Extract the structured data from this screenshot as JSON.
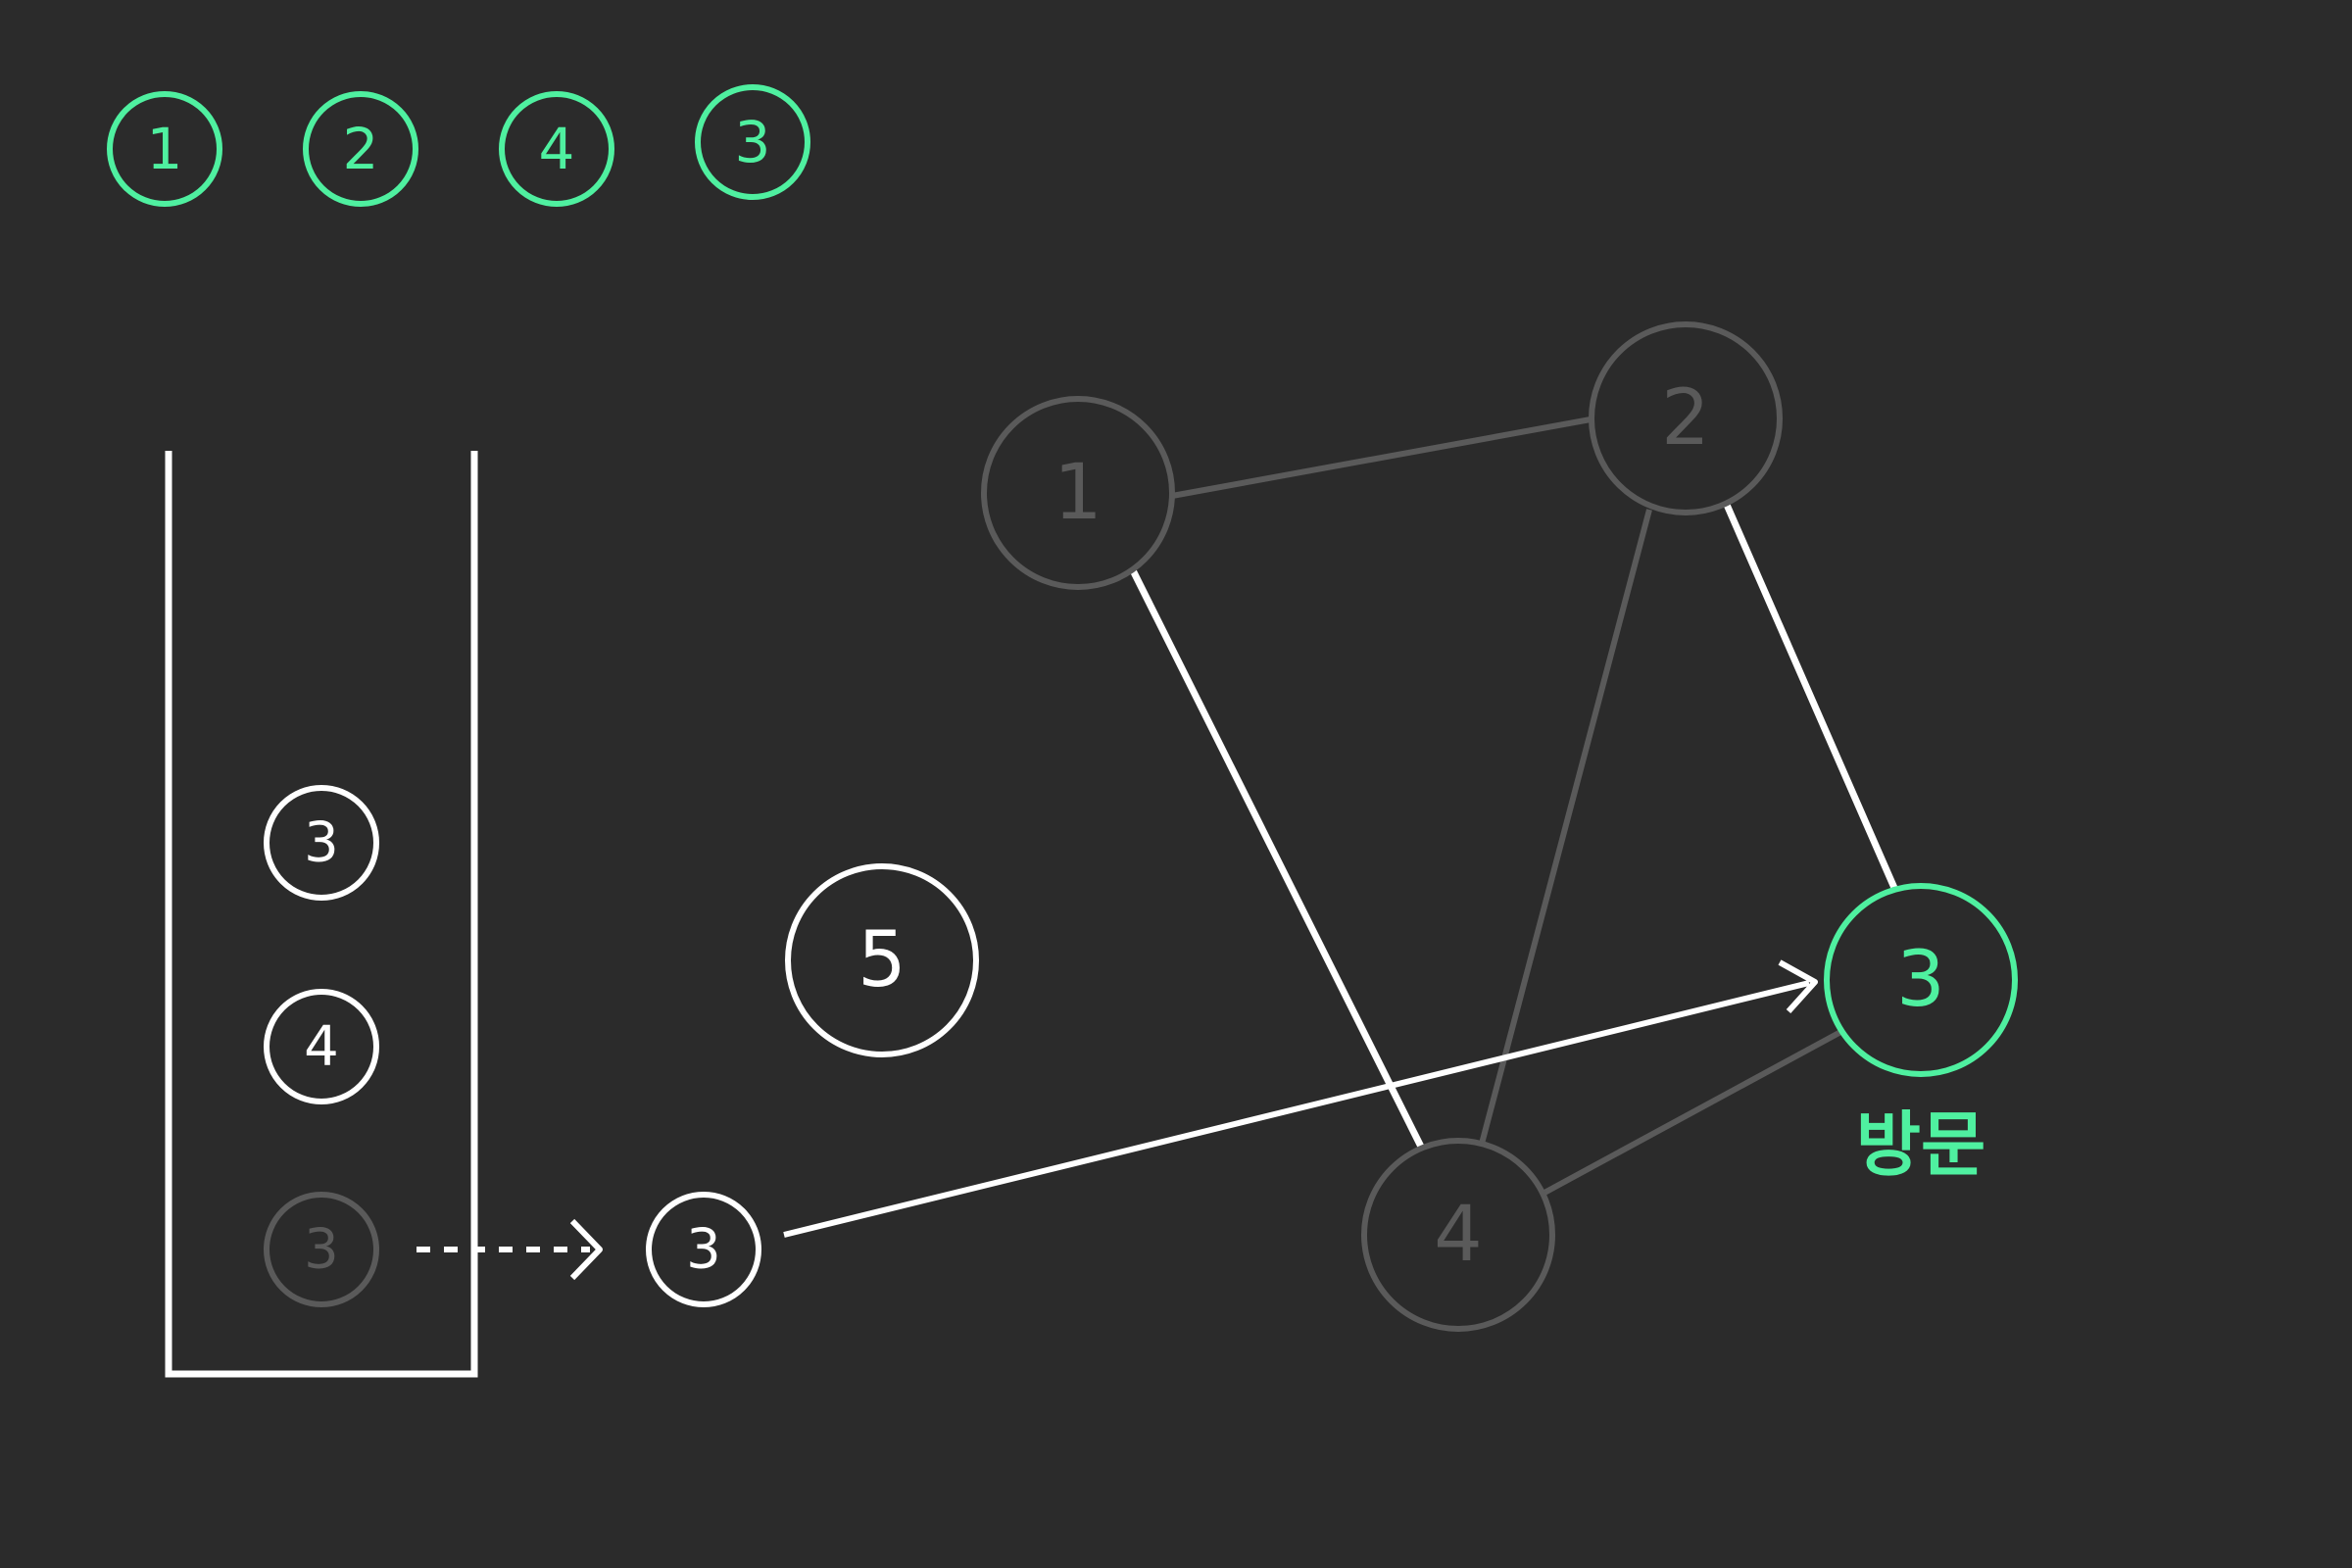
{
  "colors": {
    "background": "#2b2b2b",
    "visited": "#4ff0a0",
    "active": "#ffffff",
    "inactive": "#5a5a5a"
  },
  "visited_order": [
    "1",
    "2",
    "4",
    "3"
  ],
  "stack": {
    "items": [
      {
        "label": "3",
        "state": "active"
      },
      {
        "label": "4",
        "state": "active"
      },
      {
        "label": "3",
        "state": "popped"
      }
    ],
    "popped_label": "3"
  },
  "floating_node": {
    "label": "5"
  },
  "graph": {
    "nodes": [
      {
        "id": "1",
        "label": "1",
        "state": "inactive"
      },
      {
        "id": "2",
        "label": "2",
        "state": "inactive"
      },
      {
        "id": "3",
        "label": "3",
        "state": "visited"
      },
      {
        "id": "4",
        "label": "4",
        "state": "inactive"
      }
    ],
    "edges": [
      {
        "from": "1",
        "to": "2",
        "state": "inactive"
      },
      {
        "from": "1",
        "to": "4",
        "state": "active"
      },
      {
        "from": "2",
        "to": "4",
        "state": "inactive"
      },
      {
        "from": "2",
        "to": "3",
        "state": "active"
      },
      {
        "from": "4",
        "to": "3",
        "state": "inactive"
      }
    ],
    "visit_label": "방문"
  }
}
